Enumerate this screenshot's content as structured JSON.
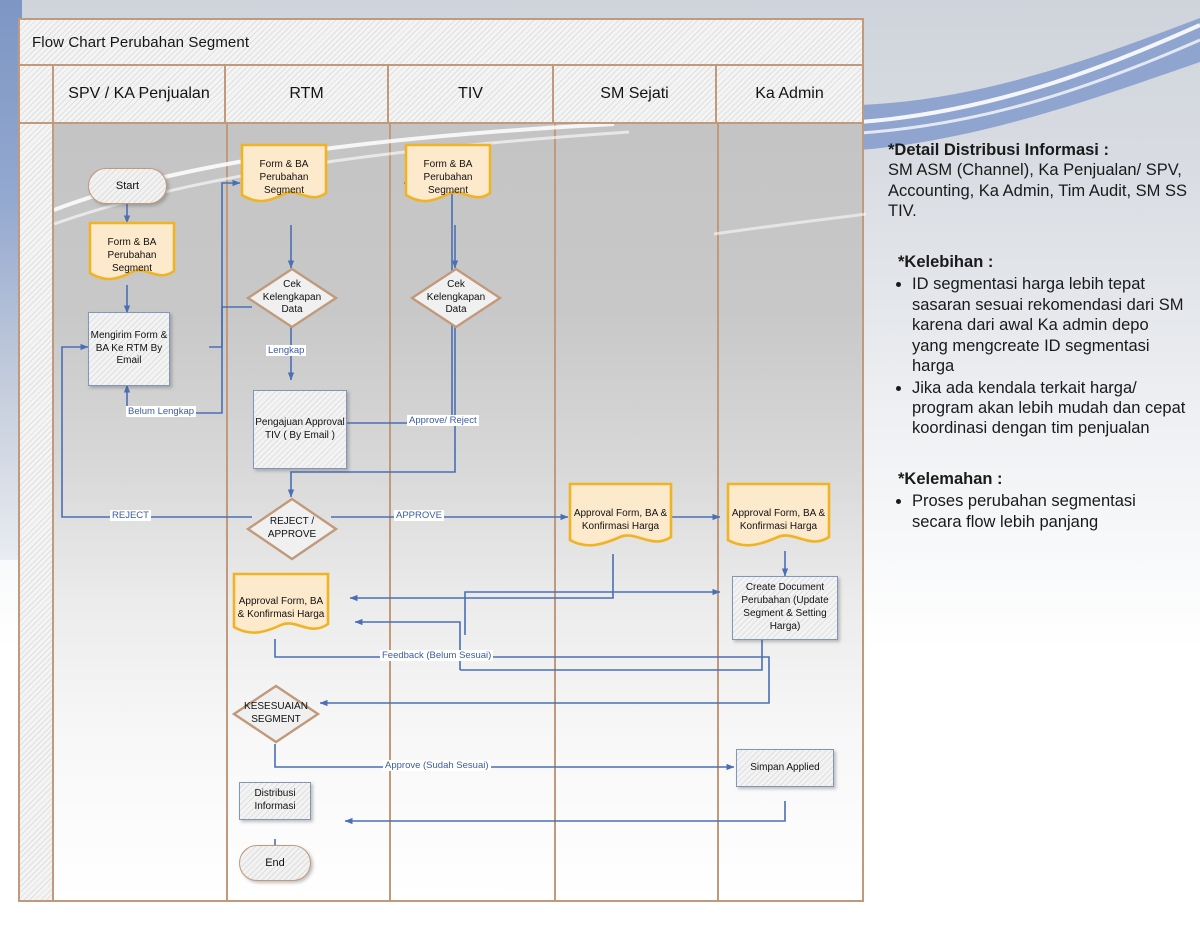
{
  "chart_title": "Flow Chart Perubahan Segment",
  "lanes": [
    {
      "id": "spv",
      "label": "SPV / KA Penjualan"
    },
    {
      "id": "rtm",
      "label": "RTM"
    },
    {
      "id": "tiv",
      "label": "TIV"
    },
    {
      "id": "sm",
      "label": "SM Sejati"
    },
    {
      "id": "ka",
      "label": "Ka Admin"
    }
  ],
  "nodes": {
    "start": "Start",
    "form_ba_spv": "Form & BA Perubahan Segment",
    "kirim_email": "Mengirim Form & BA Ke RTM By Email",
    "form_ba_rtm": "Form & BA Perubahan Segment",
    "cek_rtm": "Cek Kelengkapan Data",
    "pengajuan_tiv": "Pengajuan Approval TIV ( By Email )",
    "form_ba_tiv": "Form & BA Perubahan Segment",
    "cek_tiv": "Cek Kelengkapan Data",
    "reject_approve": "REJECT / APPROVE",
    "approval_sm": "Approval Form, BA & Konfirmasi Harga",
    "approval_ka": "Approval Form, BA & Konfirmasi Harga",
    "approval_rtm": "Approval Form, BA & Konfirmasi Harga",
    "create_doc": "Create Document Perubahan (Update Segment & Setting Harga)",
    "kesesuaian": "KESESUAIAN SEGMENT",
    "simpan": "Simpan Applied",
    "distribusi": "Distribusi Informasi",
    "end": "End"
  },
  "edge_labels": {
    "lengkap": "Lengkap",
    "belum_lengkap": "Belum Lengkap",
    "approve_reject": "Approve/ Reject",
    "reject": "REJECT",
    "approve": "APPROVE",
    "feedback": "Feedback (Belum Sesuai)",
    "approve_sudah": "Approve (Sudah Sesuai)"
  },
  "notes": {
    "detail_heading": "*Detail Distribusi Informasi :",
    "detail_body": "SM ASM (Channel), Ka Penjualan/ SPV, Accounting, Ka Admin, Tim Audit, SM SS TIV.",
    "kelebihan_heading": "*Kelebihan :",
    "kelebihan_items": [
      "ID segmentasi harga lebih tepat sasaran sesuai rekomendasi dari SM karena dari awal Ka admin depo yang mengcreate ID segmentasi harga",
      "Jika ada kendala terkait harga/ program akan lebih mudah dan cepat koordinasi dengan tim penjualan"
    ],
    "kelemahan_heading": "*Kelemahan :",
    "kelemahan_items": [
      "Proses perubahan segmentasi secara flow lebih panjang"
    ]
  },
  "colors": {
    "lane_border": "#c19a7c",
    "document_fill": "#fdeacd",
    "document_border": "#f0b323",
    "process_border": "#8097ba",
    "decision_border": "#c19a7c",
    "connector": "#4a6fb5",
    "label_text": "#3b5ca0",
    "accent_blue": "#7d96c4"
  }
}
